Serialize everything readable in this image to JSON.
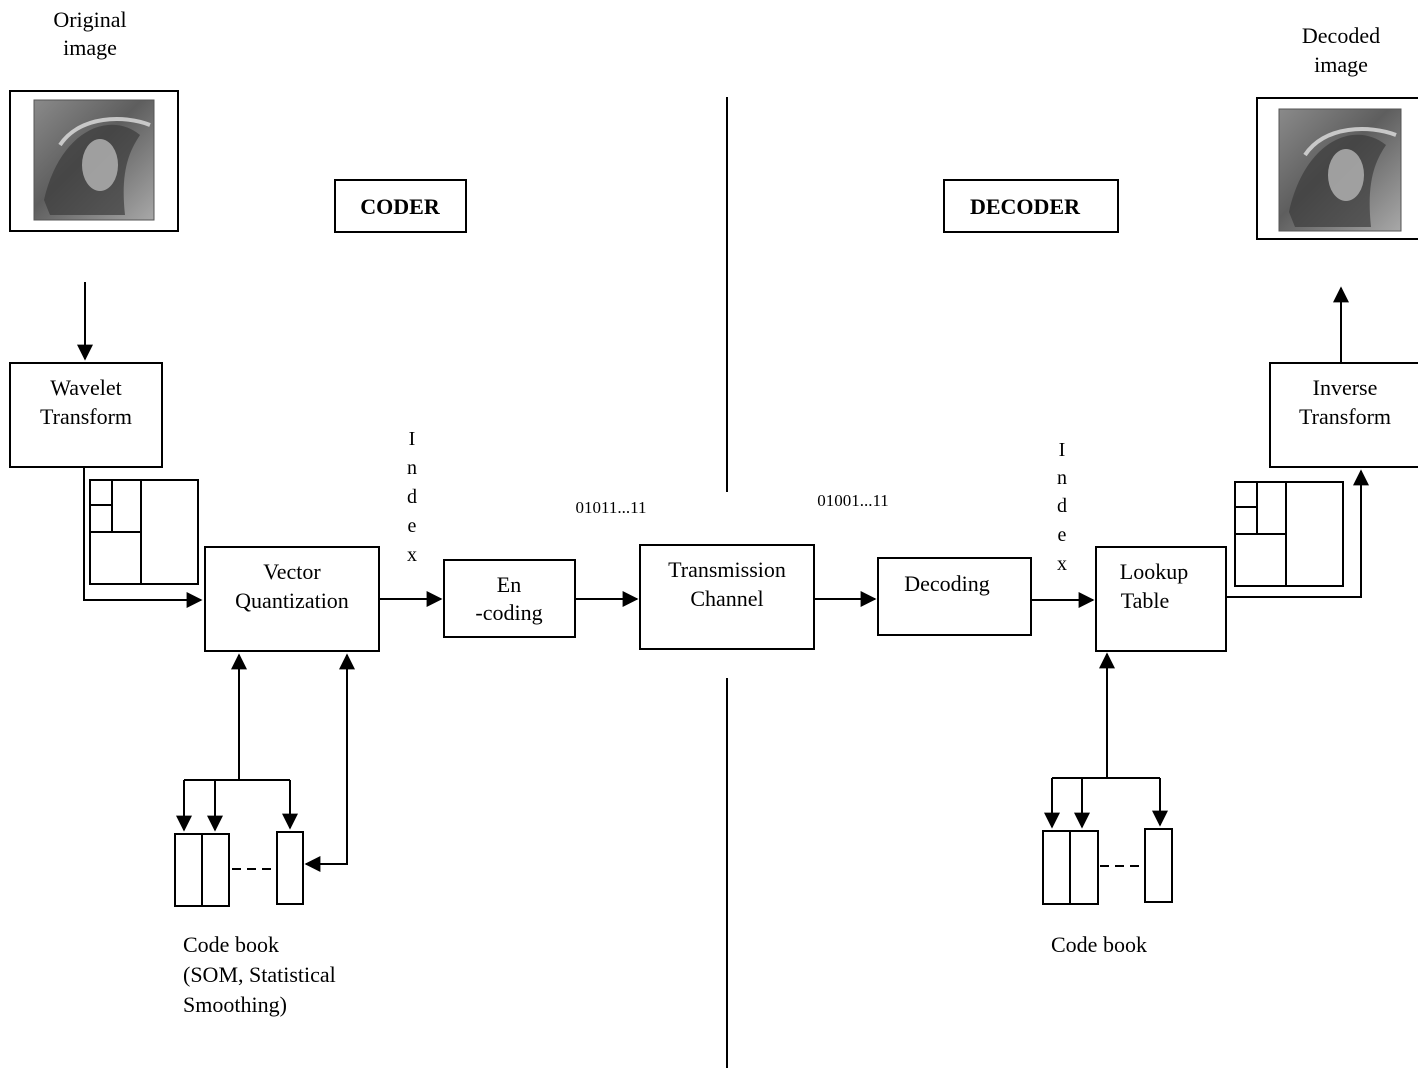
{
  "labels": {
    "original_image_line1": "Original",
    "original_image_line2": "image",
    "decoded_image_line1": "Decoded",
    "decoded_image_line2": "image",
    "coder": "CODER",
    "decoder": "DECODER",
    "wavelet_line1": "Wavelet",
    "wavelet_line2": "Transform",
    "vq_line1": "Vector",
    "vq_line2": "Quantization",
    "encoding_line1": "En",
    "encoding_line2": "-coding",
    "channel_line1": "Transmission",
    "channel_line2": "Channel",
    "decoding": "Decoding",
    "lookup_line1": "Lookup",
    "lookup_line2": "Table",
    "inverse_line1": "Inverse",
    "inverse_line2": "Transform",
    "index_left": [
      "I",
      "n",
      "d",
      "e",
      "x"
    ],
    "index_right": [
      "I",
      "n",
      "d",
      "e",
      "x"
    ],
    "bits_left": "01011...11",
    "bits_right": "01001...11",
    "codebook_left_line1": "Code book",
    "codebook_left_line2": "(SOM, Statistical",
    "codebook_left_line3": "Smoothing)",
    "codebook_right": "Code book"
  }
}
